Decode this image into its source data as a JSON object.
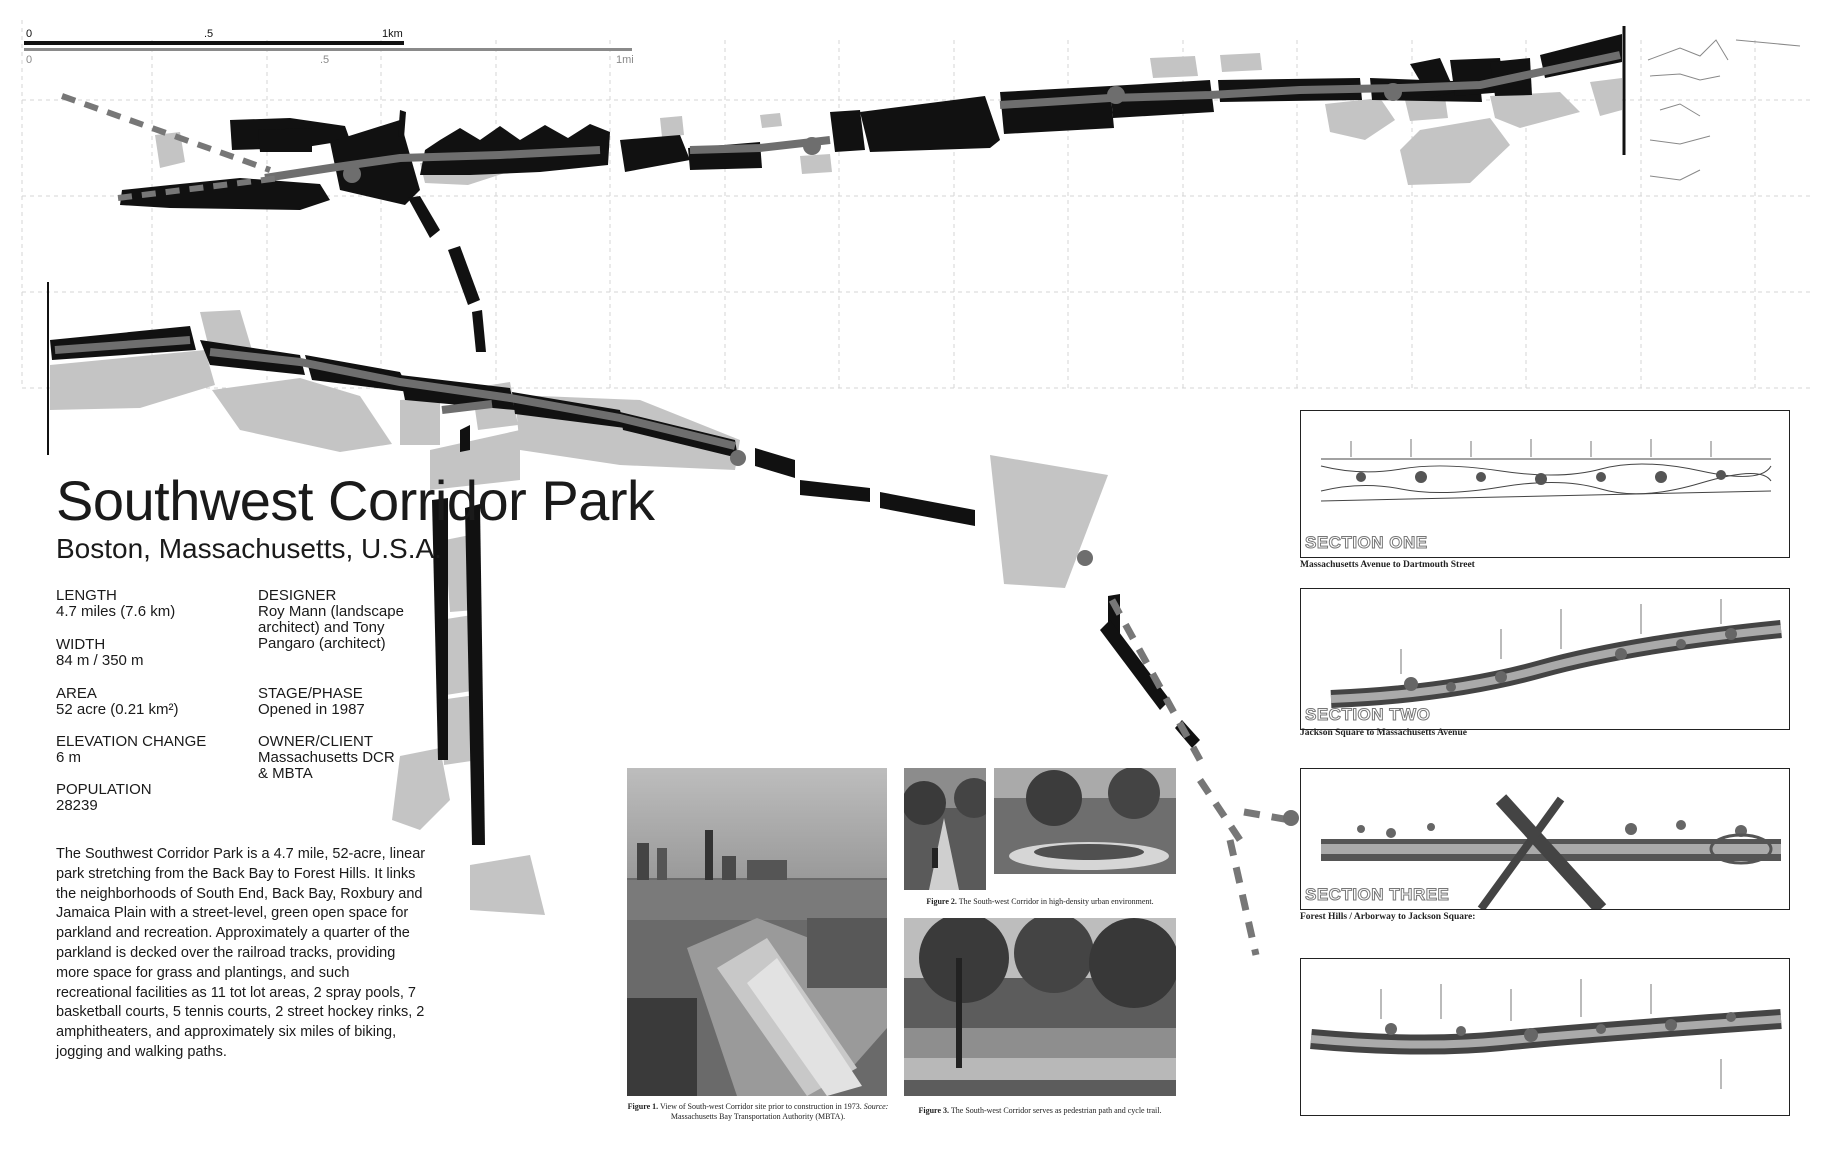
{
  "scale_bar": {
    "km_ticks": [
      "0",
      ".5",
      "1km"
    ],
    "mi_ticks": [
      "0",
      ".5",
      "1mi"
    ]
  },
  "title": "Southwest Corridor Park",
  "subtitle": "Boston, Massachusetts, U.S.A.",
  "facts": {
    "length": {
      "label": "LENGTH",
      "value": "4.7 miles (7.6 km)"
    },
    "width": {
      "label": "WIDTH",
      "value": "84 m / 350 m"
    },
    "area": {
      "label": "AREA",
      "value": "52 acre (0.21 km²)"
    },
    "elevation": {
      "label": "ELEVATION CHANGE",
      "value": "6 m"
    },
    "population": {
      "label": "POPULATION",
      "value": "28239"
    },
    "designer": {
      "label": "DESIGNER",
      "value": "Roy Mann (landscape\narchitect) and Tony\nPangaro (architect)"
    },
    "stage": {
      "label": "STAGE/PHASE",
      "value": "Opened in 1987"
    },
    "owner": {
      "label": "OWNER/CLIENT",
      "value": "Massachusetts DCR\n& MBTA"
    }
  },
  "description": "The Southwest Corridor Park is a 4.7 mile, 52-acre, linear park stretching from the Back Bay to Forest Hills. It links the neighborhoods of South End, Back Bay, Roxbury and Jamaica Plain with a street-level, green open space for parkland and recreation. Approximately a quarter of the parkland is decked over the railroad tracks, providing more space for grass and plantings, and such recreational facilities as 11 tot lot areas, 2 spray pools, 7 basketball courts, 5 tennis courts, 2 street hockey rinks, 2 amphitheaters, and approximately six miles of biking, jogging and walking paths.",
  "figures": [
    {
      "label": "Figure 1.",
      "text": "View of South-west Corridor site prior to construction in 1973.",
      "source_label": "Source:",
      "source": "Massachusetts Bay Transportation Authority (MBTA)."
    },
    {
      "label": "Figure 2.",
      "text": "The South-west Corridor in high-density urban environment."
    },
    {
      "label": "Figure 3.",
      "text": "The South-west Corridor serves as pedestrian path and cycle trail."
    }
  ],
  "sections": [
    {
      "title": "SECTION ONE",
      "subtitle": "Massachusetts Avenue to Dartmouth Street"
    },
    {
      "title": "SECTION TWO",
      "subtitle": "Jackson Square to Massachusetts Avenue"
    },
    {
      "title": "SECTION THREE",
      "subtitle": "Forest Hills / Arborway to Jackson Square:"
    },
    {
      "title": "",
      "subtitle": ""
    }
  ],
  "colors": {
    "corridor_black": "#111111",
    "path_gray": "#6e6e6e",
    "neighborhood_gray": "#c4c4c4",
    "grid_line": "#d0d0d0"
  }
}
